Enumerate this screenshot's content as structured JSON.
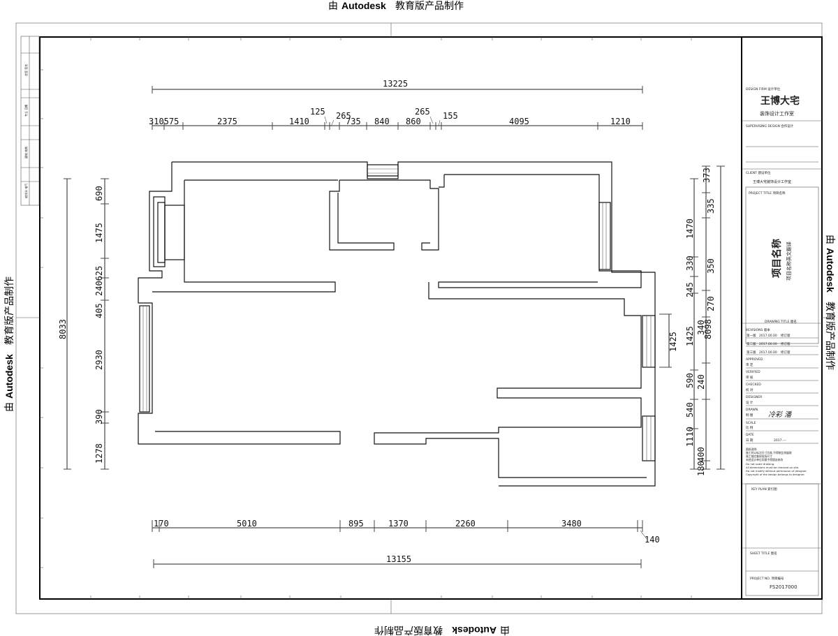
{
  "watermark": {
    "prefix": "由",
    "brand": "Autodesk",
    "suffix": "教育版产品制作"
  },
  "dims_top": {
    "overall": "13225",
    "segments": [
      "310575",
      "2375",
      "1410",
      "125",
      "265",
      "735",
      "840",
      "860",
      "265",
      "155",
      "4095",
      "1210"
    ]
  },
  "dims_bottom": {
    "overall": "13155",
    "segments": [
      "170",
      "5010",
      "895",
      "1370",
      "2260",
      "3480",
      "140"
    ]
  },
  "dims_left": {
    "overall": "8033",
    "segments": [
      "690",
      "1475",
      "240625",
      "405",
      "2930",
      "390",
      "1278"
    ]
  },
  "dims_right": {
    "overall": "8098",
    "outer": [
      "373",
      "335",
      "350",
      "270",
      "340",
      "240",
      "400",
      "180"
    ],
    "inner": [
      "1470",
      "330",
      "245",
      "1425",
      "590",
      "540",
      "1110"
    ],
    "window": "1425"
  },
  "title_block": {
    "design_firm_label": "DESIGN FIRM 设计单位",
    "firm_name": "王博大宅",
    "firm_sub": "装饰设计工作室",
    "supervision_label": "SUPERVISING DESIGN 合作设计",
    "client_label": "CLIENT 建设单位",
    "client_value": "王博大宅装饰设计工作室",
    "project_title_label": "PROJECT TITLE 项目名称",
    "project_name": "项目名称",
    "project_name_en": "项目名称英文翻译",
    "drawing_title_label": "DRAWING TITLE 图名",
    "revisions_label": "REVISIONS 版本",
    "revisions": [
      {
        "rev": "第一版",
        "date": "2017.00.00",
        "note": "修订版"
      },
      {
        "rev": "第二版",
        "date": "2017.00.00",
        "note": "修订版"
      },
      {
        "rev": "第三版",
        "date": "2017.00.00",
        "note": "修订版"
      }
    ],
    "approved_label": "APPROVED",
    "approved_cn": "审 定",
    "verified_label": "VERIFIED",
    "verified_cn": "审 核",
    "checked_label": "CHECKED",
    "checked_cn": "校 对",
    "designer_label": "DESIGNER",
    "designer_cn": "设 计",
    "drawn_label": "DRAWN",
    "drawn_cn": "制 图",
    "drawn_sign": "冷彩 潘",
    "scale_label": "SCALE",
    "scale_cn": "比 例",
    "date_label": "DATE",
    "date_cn": "日 期",
    "date_value": "2017.---",
    "notes": [
      "图纸说明:",
      "施工时以标注尺寸为准,不得按比例量取",
      "施工前应复核现场尺寸",
      "未经设计单位同意不得擅自修改",
      "Do not scale drawing.",
      "All dimensions must be checked on site.",
      "Do not modify without permission of designer.",
      "Copyright of the design belongs to designer."
    ],
    "keyplan_label": "KEY PLAN 索引图",
    "sheet_title_label": "SHEET TITLE 图名",
    "project_no_label": "PROJECT NO. 项目编号",
    "project_no": "FS2017000"
  },
  "left_strip": {
    "cells": [
      "会签 签名",
      "专业 日期",
      "建筑 结构",
      "给排水 电气"
    ]
  }
}
